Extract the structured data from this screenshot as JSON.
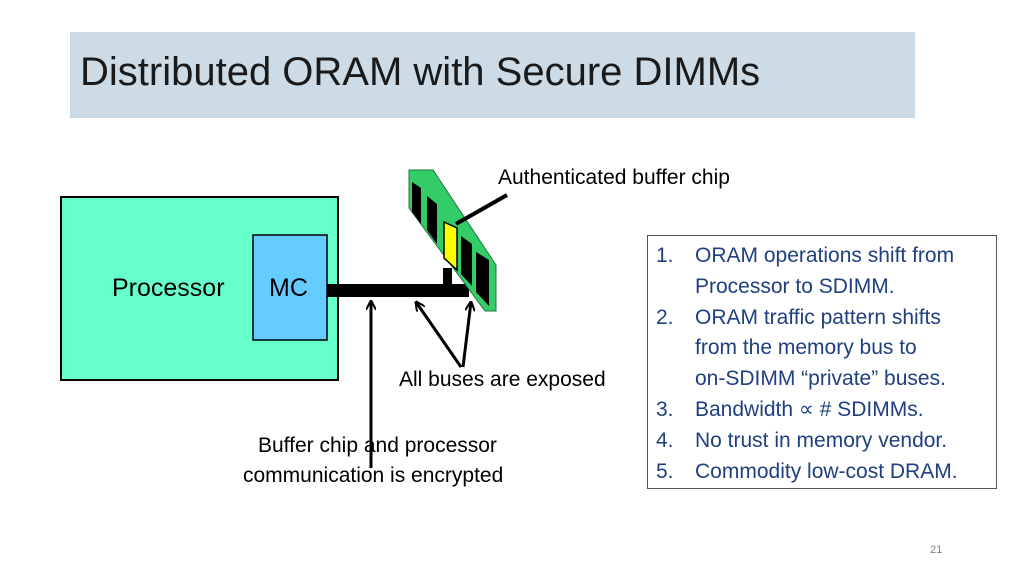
{
  "slide": {
    "title": "Distributed ORAM with Secure DIMMs",
    "page_number": "21"
  },
  "diagram": {
    "processor_label": "Processor",
    "mc_label": "MC",
    "buffer_chip_label": "Authenticated buffer chip",
    "buses_label": "All buses are exposed",
    "encryption_label_line1": "Buffer chip and processor",
    "encryption_label_line2": "communication is encrypted",
    "colors": {
      "processor_fill": "#66ffcc",
      "mc_fill": "#66ccff",
      "dimm_board": "#33cc66",
      "dram_chip": "#000000",
      "buffer_chip": "#ffff00",
      "title_background": "#cddbe6",
      "list_text": "#1f3f7f"
    }
  },
  "info_list": [
    {
      "num": "1.",
      "text": "ORAM operations shift from\nProcessor to SDIMM."
    },
    {
      "num": "2.",
      "text": "ORAM traffic pattern shifts\nfrom the memory bus to\non-SDIMM “private” buses."
    },
    {
      "num": "3.",
      "text": "Bandwidth ∝ # SDIMMs."
    },
    {
      "num": "4.",
      "text": "No trust in memory vendor."
    },
    {
      "num": "5.",
      "text": "Commodity low-cost DRAM."
    }
  ]
}
